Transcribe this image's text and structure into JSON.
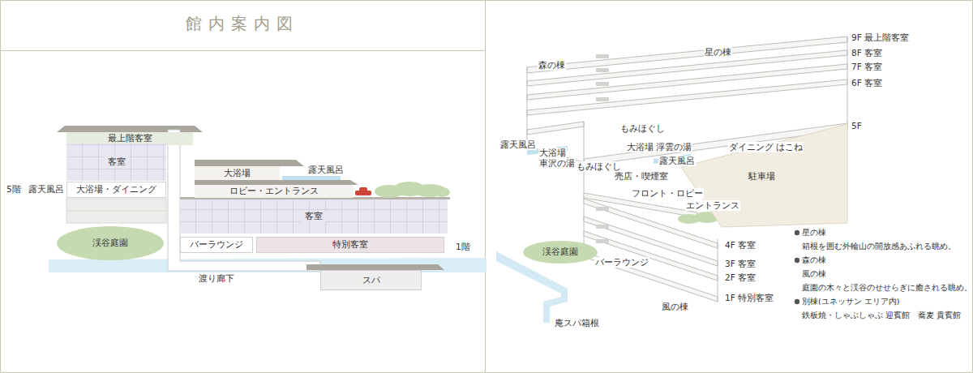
{
  "diagram": {
    "title": "館内案内図",
    "nodes": [
      {
        "text": [
          "最上階客室"
        ]
      },
      {
        "text": [
          "客室"
        ]
      },
      {
        "text": [
          "大浴場・ダイニング"
        ]
      },
      {
        "text": [
          "大浴場"
        ]
      },
      {
        "text": [
          "ロビー・エントランス"
        ]
      },
      {
        "text": [
          "客室"
        ]
      },
      {
        "text": [
          "渓谷庭園"
        ]
      },
      {
        "text": [
          "バーラウンジ"
        ]
      },
      {
        "text": [
          "特別客室"
        ]
      },
      {
        "text": [
          "スパ"
        ]
      },
      {
        "text": [
          "駐車場"
        ]
      },
      {
        "text": [
          "渓谷庭園"
        ]
      }
    ],
    "labels": [
      "5階",
      "露天風呂",
      "露天風呂",
      "1階",
      "渡り廊下",
      "9F 最上階客室",
      "8F 客室",
      "7F 客室",
      "6F 客室",
      "5F",
      "星の棟",
      "森の棟",
      "もみほぐし",
      "大浴場 浮雲の湯",
      "ダイニング はこね",
      "露天風呂",
      "露天風呂",
      "大浴場",
      "車沢の湯",
      "もみほぐし",
      "売店・喫煙室",
      "フロント・ロビー",
      "エントランス",
      "バーラウンジ",
      "4F 客室",
      "3F 客室",
      "2F 客室",
      "1F 特別客室",
      "風の棟",
      "庵スパ箱根",
      "星の棟",
      "箱根を囲む外輪山の開放感あふれる眺め。",
      "森の棟",
      "風の棟",
      "庭園の木々と渓谷のせせらぎに癒される眺め。",
      "別棟(ユネッサン エリア内)",
      "鉄板焼・しゃぶしゃぶ 迎賓館　蕎麦 貴賓館"
    ]
  }
}
